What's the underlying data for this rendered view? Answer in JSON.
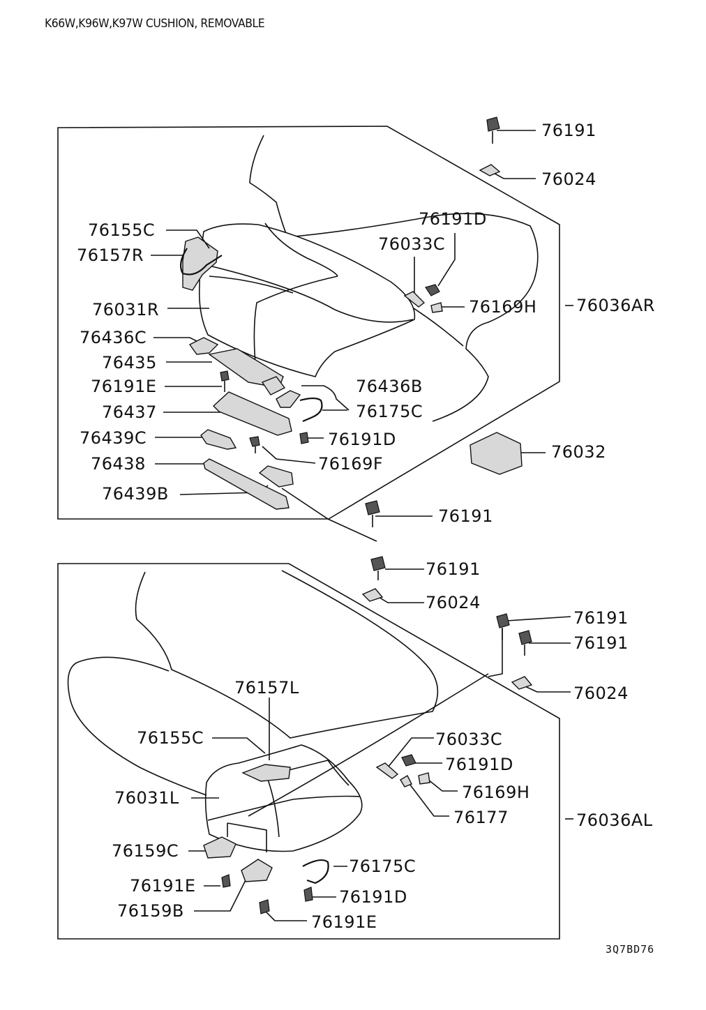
{
  "header": {
    "title": "K66W,K96W,K97W CUSHION, REMOVABLE"
  },
  "figure_code": "3Q7BD76",
  "upper": {
    "labels": {
      "p76191_a": "76191",
      "p76024_a": "76024",
      "p76191D_a": "76191D",
      "p76033C_a": "76033C",
      "p76169H_a": "76169H",
      "p76036AR": "76036AR",
      "p76155C_a": "76155C",
      "p76157R": "76157R",
      "p76031R": "76031R",
      "p76436C": "76436C",
      "p76435": "76435",
      "p76191E_a": "76191E",
      "p76436B": "76436B",
      "p76437": "76437",
      "p76175C_a": "76175C",
      "p76439C": "76439C",
      "p76191D_b": "76191D",
      "p76438": "76438",
      "p76169F": "76169F",
      "p76439B": "76439B",
      "p76032": "76032",
      "p76191_b": "76191"
    }
  },
  "lower": {
    "labels": {
      "p76191_c": "76191",
      "p76024_b": "76024",
      "p76191_d": "76191",
      "p76191_e": "76191",
      "p76024_c": "76024",
      "p76157L": "76157L",
      "p76155C_b": "76155C",
      "p76033C_b": "76033C",
      "p76191D_c": "76191D",
      "p76169H_b": "76169H",
      "p76031L": "76031L",
      "p76177": "76177",
      "p76036AL": "76036AL",
      "p76159C": "76159C",
      "p76175C_b": "76175C",
      "p76191E_b": "76191E",
      "p76191D_d": "76191D",
      "p76159B": "76159B",
      "p76191E_c": "76191E"
    }
  }
}
